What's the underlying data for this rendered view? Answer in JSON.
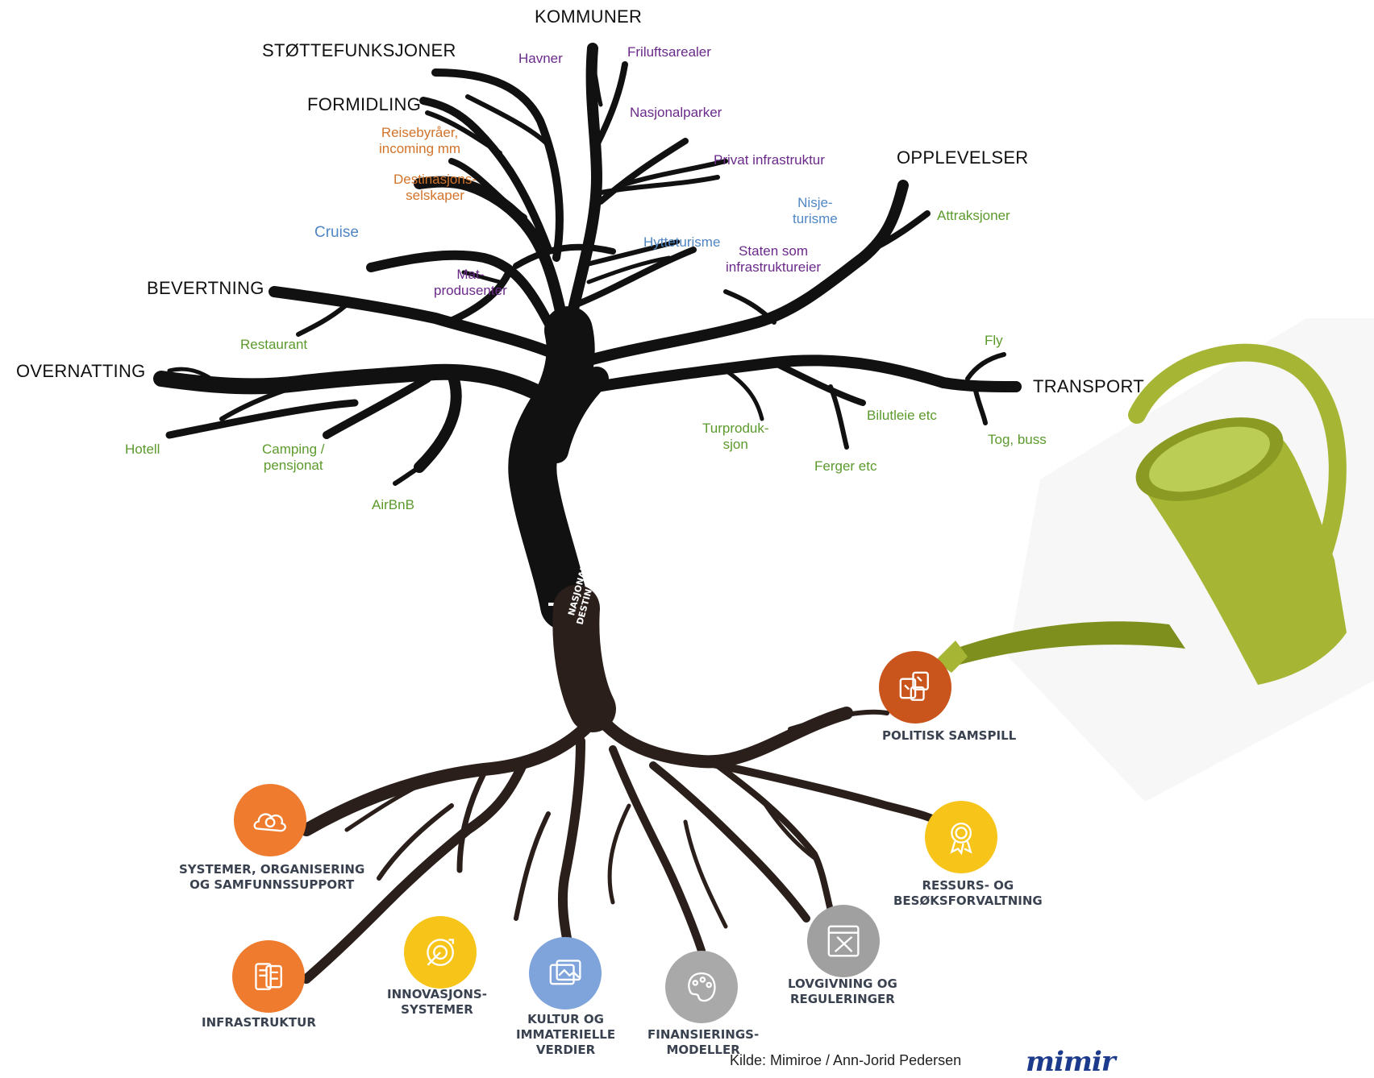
{
  "categories": {
    "kommuner": "KOMMUNER",
    "stottefunksjoner": "STØTTEFUNKSJONER",
    "formidling": "FORMIDLING",
    "opplevelser": "OPPLEVELSER",
    "bevertning": "BEVERTNING",
    "overnatting": "OVERNATTING",
    "transport": "TRANSPORT"
  },
  "branches": {
    "havner": "Havner",
    "friluftsarealer": "Friluftsarealer",
    "nasjonalparker": "Nasjonalparker",
    "privat_infrastruktur": "Privat infrastruktur",
    "reisebyraer_1": "Reisebyråer,",
    "reisebyraer_2": "incoming mm",
    "destinasjon_1": "Destinasjons-",
    "destinasjon_2": "selskaper",
    "nisje_1": "Nisje-",
    "nisje_2": "turisme",
    "attraksjoner": "Attraksjoner",
    "cruise": "Cruise",
    "hytteturisme": "Hytteturisme",
    "staten_1": "Staten som",
    "staten_2": "infrastruktureier",
    "mat_1": "Mat-",
    "mat_2": "produsenter",
    "restaurant": "Restaurant",
    "fly": "Fly",
    "hotell": "Hotell",
    "camping_1": "Camping /",
    "camping_2": "pensjonat",
    "turproduk_1": "Turproduk-",
    "turproduk_2": "sjon",
    "bilutleie": "Bilutleie etc",
    "tog_buss": "Tog, buss",
    "ferger": "Ferger etc",
    "airbnb": "AirBnB"
  },
  "trunk": {
    "line1": "NASJONAL OG LOKAL",
    "line2": "DESTINASJONSLEDELSE"
  },
  "roots": [
    {
      "key": "politisk",
      "line1": "POLITISK SAMSPILL",
      "line2": "",
      "color": "#c9541c",
      "icon": "documents-icon"
    },
    {
      "key": "systemer",
      "line1": "SYSTEMER, ORGANISERING",
      "line2": "OG SAMFUNNSSUPPORT",
      "color": "#ee7b2e",
      "icon": "people-cloud-icon"
    },
    {
      "key": "ressurs",
      "line1": "RESSURS- OG",
      "line2": "BESØKSFORVALTNING",
      "color": "#f7c41a",
      "icon": "award-badge-icon"
    },
    {
      "key": "infrastruktur",
      "line1": "INFRASTRUKTUR",
      "line2": "",
      "color": "#ee7b2e",
      "icon": "devices-icon"
    },
    {
      "key": "innovasjon",
      "line1": "INNOVASJONS-",
      "line2": "SYSTEMER",
      "color": "#f7c41a",
      "icon": "target-rocket-icon"
    },
    {
      "key": "kultur",
      "line1": "KULTUR OG",
      "line2": "IMMATERIELLE",
      "line3": "VERDIER",
      "color": "#7ea4db",
      "icon": "pictures-icon"
    },
    {
      "key": "finansiering",
      "line1": "FINANSIERINGS-",
      "line2": "MODELLER",
      "color": "#a9a9a9",
      "icon": "palette-icon"
    },
    {
      "key": "lovgivning",
      "line1": "LOVGIVNING OG",
      "line2": "REGULERINGER",
      "color": "#a0a0a0",
      "icon": "tools-icon"
    }
  ],
  "source": "Kilde: Mimiroe / Ann-Jorid Pedersen",
  "logo": "mimir",
  "colors": {
    "tree": "#111111",
    "root": "#2a1f1a",
    "watering_can": "#a6b634",
    "watering_can_dark": "#7f8f1e"
  }
}
